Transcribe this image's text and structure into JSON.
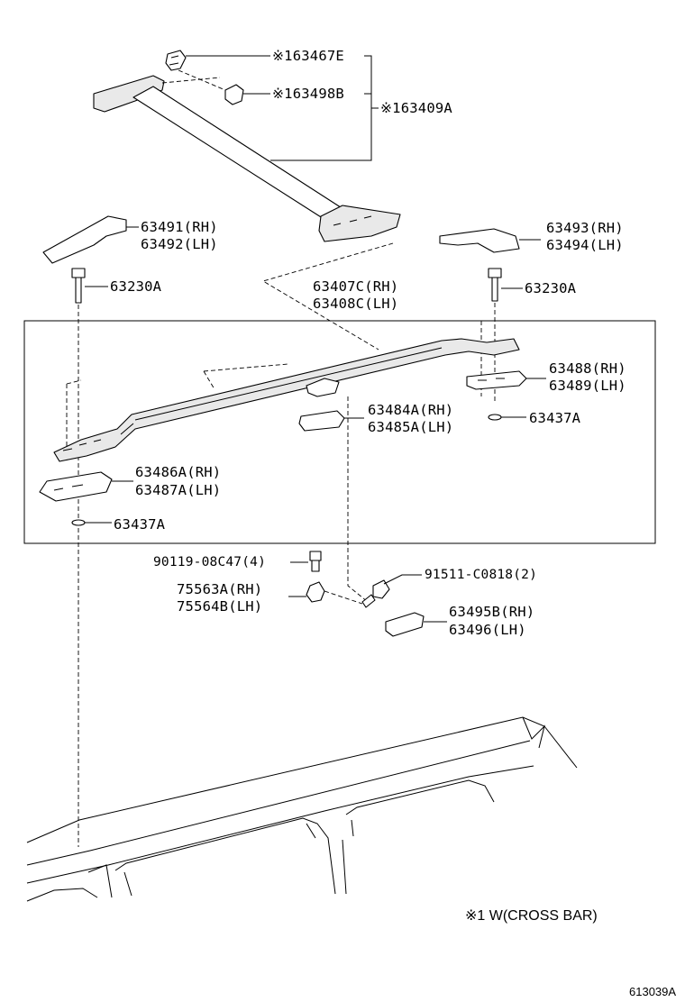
{
  "parts": {
    "p163467E": "※163467E",
    "p163498B": "※163498B",
    "p163409A": "※163409A",
    "p63491": "63491(RH)",
    "p63492": "63492(LH)",
    "p63493": "63493(RH)",
    "p63494": "63494(LH)",
    "p63230A_left": "63230A",
    "p63230A_right": "63230A",
    "p63407C": "63407C(RH)",
    "p63408C": "63408C(LH)",
    "p63488": "63488(RH)",
    "p63489": "63489(LH)",
    "p63484A": "63484A(RH)",
    "p63485A": "63485A(LH)",
    "p63437A_right": "63437A",
    "p63486A": "63486A(RH)",
    "p63487A": "63487A(LH)",
    "p63437A_left": "63437A",
    "p90119": "90119-08C47(4)",
    "p91511": "91511-C0818(2)",
    "p75563A": "75563A(RH)",
    "p75564B": "75564B(LH)",
    "p63495B": "63495B(RH)",
    "p63496": "63496(LH)"
  },
  "footnote": "※1 W(CROSS BAR)",
  "diagram_code": "613039A"
}
